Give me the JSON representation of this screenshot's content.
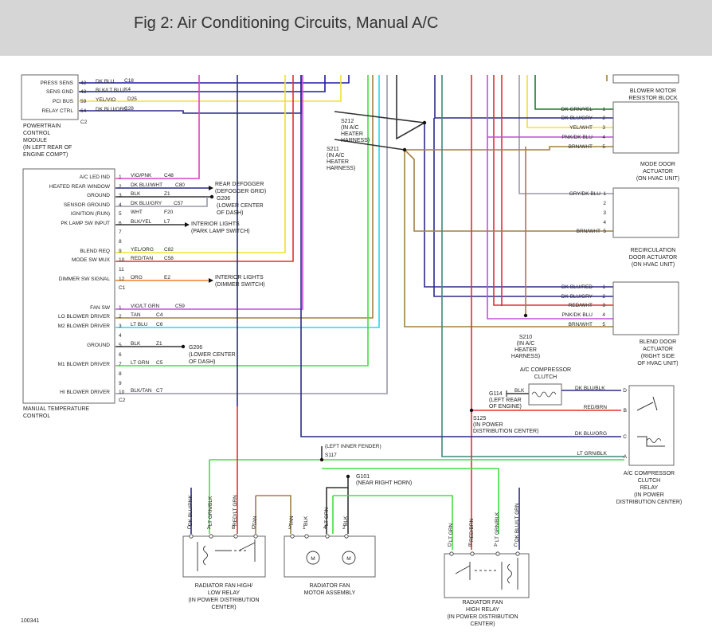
{
  "title": "Fig 2: Air Conditioning Circuits, Manual A/C",
  "figure_code": "100341",
  "pcm": {
    "pins": [
      {
        "label": "PRESS SENS",
        "num": "42",
        "wire": "DK BLU",
        "circ": "C18"
      },
      {
        "label": "SENS GND",
        "num": "43",
        "wire": "BLK/LT BLU",
        "circ": "K4"
      },
      {
        "label": "PCI BUS",
        "num": "59",
        "wire": "YEL/VIO",
        "circ": "D25"
      },
      {
        "label": "RELAY CTRL",
        "num": "64",
        "wire": "DK BLU/ORG",
        "circ": "C28"
      }
    ],
    "connector": "C2",
    "name": [
      "POWERTRAIN",
      "CONTROL",
      "MODULE",
      "(IN LEFT REAR OF",
      "ENGINE COMPT)"
    ]
  },
  "mtc": {
    "c1_pins": [
      {
        "label": "A/C LED IND",
        "num": "1",
        "wire": "VIO/PNK",
        "circ": "C48"
      },
      {
        "label": "HEATED REAR WINDOW",
        "num": "2",
        "wire": "DK BLU/WHT",
        "circ": "C80"
      },
      {
        "label": "GROUND",
        "num": "3",
        "wire": "BLK",
        "circ": "Z1"
      },
      {
        "label": "SENSOR GROUND",
        "num": "4",
        "wire": "DK BLU/GRY",
        "circ": "C57"
      },
      {
        "label": "IGNITION (RUN)",
        "num": "5",
        "wire": "WHT",
        "circ": "F20"
      },
      {
        "label": "PK LAMP SW INPUT",
        "num": "6",
        "wire": "BLK/YEL",
        "circ": "L7"
      },
      {
        "label": "",
        "num": "7",
        "wire": "",
        "circ": ""
      },
      {
        "label": "",
        "num": "8",
        "wire": "",
        "circ": ""
      },
      {
        "label": "BLEND REQ",
        "num": "9",
        "wire": "YEL/ORG",
        "circ": "C82"
      },
      {
        "label": "MODE SW MUX",
        "num": "10",
        "wire": "RED/TAN",
        "circ": "C58"
      },
      {
        "label": "",
        "num": "11",
        "wire": "",
        "circ": ""
      },
      {
        "label": "DIMMER SW SIGNAL",
        "num": "12",
        "wire": "ORG",
        "circ": "E2"
      }
    ],
    "c1": "C1",
    "c2_pins": [
      {
        "label": "FAN SW",
        "num": "1",
        "wire": "VIO/LT GRN",
        "circ": "C59"
      },
      {
        "label": "LO BLOWER DRIVER",
        "num": "2",
        "wire": "TAN",
        "circ": "C4"
      },
      {
        "label": "M2 BLOWER DRIVER",
        "num": "3",
        "wire": "LT BLU",
        "circ": "C6"
      },
      {
        "label": "",
        "num": "4",
        "wire": "",
        "circ": ""
      },
      {
        "label": "GROUND",
        "num": "5",
        "wire": "BLK",
        "circ": "Z1"
      },
      {
        "label": "",
        "num": "6",
        "wire": "",
        "circ": ""
      },
      {
        "label": "M1 BLOWER DRIVER",
        "num": "7",
        "wire": "LT GRN",
        "circ": "C5"
      },
      {
        "label": "",
        "num": "8",
        "wire": "",
        "circ": ""
      },
      {
        "label": "",
        "num": "9",
        "wire": "",
        "circ": ""
      },
      {
        "label": "HI BLOWER DRIVER",
        "num": "10",
        "wire": "BLK/TAN",
        "circ": "C7"
      }
    ],
    "c2": "C2",
    "name": [
      "MANUAL TEMPERATURE",
      "CONTROL"
    ]
  },
  "notes": {
    "rear_defogger": [
      "REAR DEFOGGER",
      "(DEFOGGER GRID)"
    ],
    "g206a": [
      "G206",
      "(LOWER CENTER",
      "OF DASH)"
    ],
    "interior_park": [
      "INTERIOR LIGHTS",
      "(PARK LAMP SWITCH)"
    ],
    "interior_dim": [
      "INTERIOR LIGHTS",
      "(DIMMER SWITCH)"
    ],
    "g206b": [
      "G206",
      "(LOWER CENTER",
      "OF DASH)"
    ],
    "s212": [
      "S212",
      "(IN A/C",
      "HEATER",
      "HARNESS)"
    ],
    "s211": [
      "S211",
      "(IN A/C",
      "HEATER",
      "HARNESS)"
    ],
    "s210": [
      "S210",
      "(IN A/C",
      "HEATER",
      "HARNESS)"
    ],
    "g114": [
      "G114",
      "(LEFT REAR",
      "OF ENGINE)"
    ],
    "s125": [
      "S125",
      "(IN POWER",
      "DISTRIBUTION CENTER)"
    ],
    "left_fender": "(LEFT INNER FENDER)",
    "s117": "S117",
    "g101": [
      "G101",
      "(NEAR RIGHT HORN)"
    ]
  },
  "blower_resistor": [
    "BLOWER MOTOR",
    "RESISTOR BLOCK"
  ],
  "mode_door": {
    "wires": [
      {
        "wire": "DK GRN/YEL",
        "num": "1"
      },
      {
        "wire": "DK BLU/GRY",
        "num": "2"
      },
      {
        "wire": "YEL/WHT",
        "num": "3"
      },
      {
        "wire": "PNK/DK BLU",
        "num": "4"
      },
      {
        "wire": "BRN/WHT",
        "num": "5"
      }
    ],
    "name": [
      "MODE DOOR",
      "ACTUATOR",
      "(ON HVAC UNIT)"
    ]
  },
  "recirc_door": {
    "wires": [
      {
        "wire": "GRY/DK BLU",
        "num": "1"
      },
      {
        "wire": "",
        "num": "2"
      },
      {
        "wire": "",
        "num": "3"
      },
      {
        "wire": "",
        "num": "4"
      },
      {
        "wire": "BRN/WHT",
        "num": "5"
      }
    ],
    "name": [
      "RECIRCULATION",
      "DOOR ACTUATOR",
      "(ON HVAC UNIT)"
    ]
  },
  "blend_door": {
    "wires": [
      {
        "wire": "DK BLU/RED",
        "num": "1"
      },
      {
        "wire": "DK BLU/GRY",
        "num": "2"
      },
      {
        "wire": "RED/WHT",
        "num": "3"
      },
      {
        "wire": "PNK/DK BLU",
        "num": "4"
      },
      {
        "wire": "BRN/WHT",
        "num": "5"
      }
    ],
    "name": [
      "BLEND DOOR",
      "ACTUATOR",
      "(RIGHT SIDE",
      "OF HVAC UNIT)"
    ]
  },
  "compressor_clutch": {
    "name": [
      "A/C COMPRESSOR",
      "CLUTCH"
    ],
    "wire": "BLK"
  },
  "clutch_relay": {
    "pins": [
      {
        "wire": "DK BLU/BLK",
        "num": "D"
      },
      {
        "wire": "RED/BRN",
        "num": "B"
      },
      {
        "wire": "DK BLU/ORG",
        "num": "C"
      },
      {
        "wire": "LT GRN/BLK",
        "num": "A"
      }
    ],
    "name": [
      "A/C COMPRESSOR",
      "CLUTCH",
      "RELAY",
      "(IN POWER",
      "DISTRIBUTION CENTER)"
    ]
  },
  "fan_low_relay": {
    "wires": [
      {
        "wire": "DK BLU/PNK",
        "num": "C"
      },
      {
        "wire": "LT GRN/BLK",
        "num": "A"
      },
      {
        "wire": "RED/LT GRN",
        "num": "B"
      },
      {
        "wire": "TAN",
        "num": "D"
      }
    ],
    "name": [
      "RADIATOR FAN HIGH/",
      "LOW RELAY",
      "(IN POWER DISTRIBUTION",
      "CENTER)"
    ]
  },
  "fan_motor": {
    "wires": [
      {
        "wire": "TAN",
        "num": "3"
      },
      {
        "wire": "BLK",
        "num": "1"
      },
      {
        "wire": "LT GRN",
        "num": "4"
      },
      {
        "wire": "BLK",
        "num": "2"
      }
    ],
    "name": [
      "RADIATOR FAN",
      "MOTOR ASSEMBLY"
    ],
    "m": "M"
  },
  "fan_high_relay": {
    "wires": [
      {
        "wire": "LT GRN",
        "num": "D"
      },
      {
        "wire": "RED/BRN",
        "num": "B"
      },
      {
        "wire": "LT GRN/BLK",
        "num": "A"
      },
      {
        "wire": "DK BLU/LT GRN",
        "num": "C"
      }
    ],
    "name": [
      "RADIATOR FAN",
      "HIGH RELAY",
      "(IN POWER DISTRIBUTION",
      "CENTER)"
    ]
  },
  "colors": {
    "blue": "#1a1aa6",
    "dkblue": "#2a2a8c",
    "cyan": "#2ad7e8",
    "yellow": "#f0e030",
    "red": "#e03030",
    "orange": "#f08020",
    "violet": "#c050d8",
    "green": "#40e040",
    "tan": "#a08040",
    "gray": "#9a9aa8",
    "black": "#333333",
    "magenta": "#e040c0",
    "teal": "#3a8a7a",
    "darkgreen": "#1a7a2a"
  }
}
